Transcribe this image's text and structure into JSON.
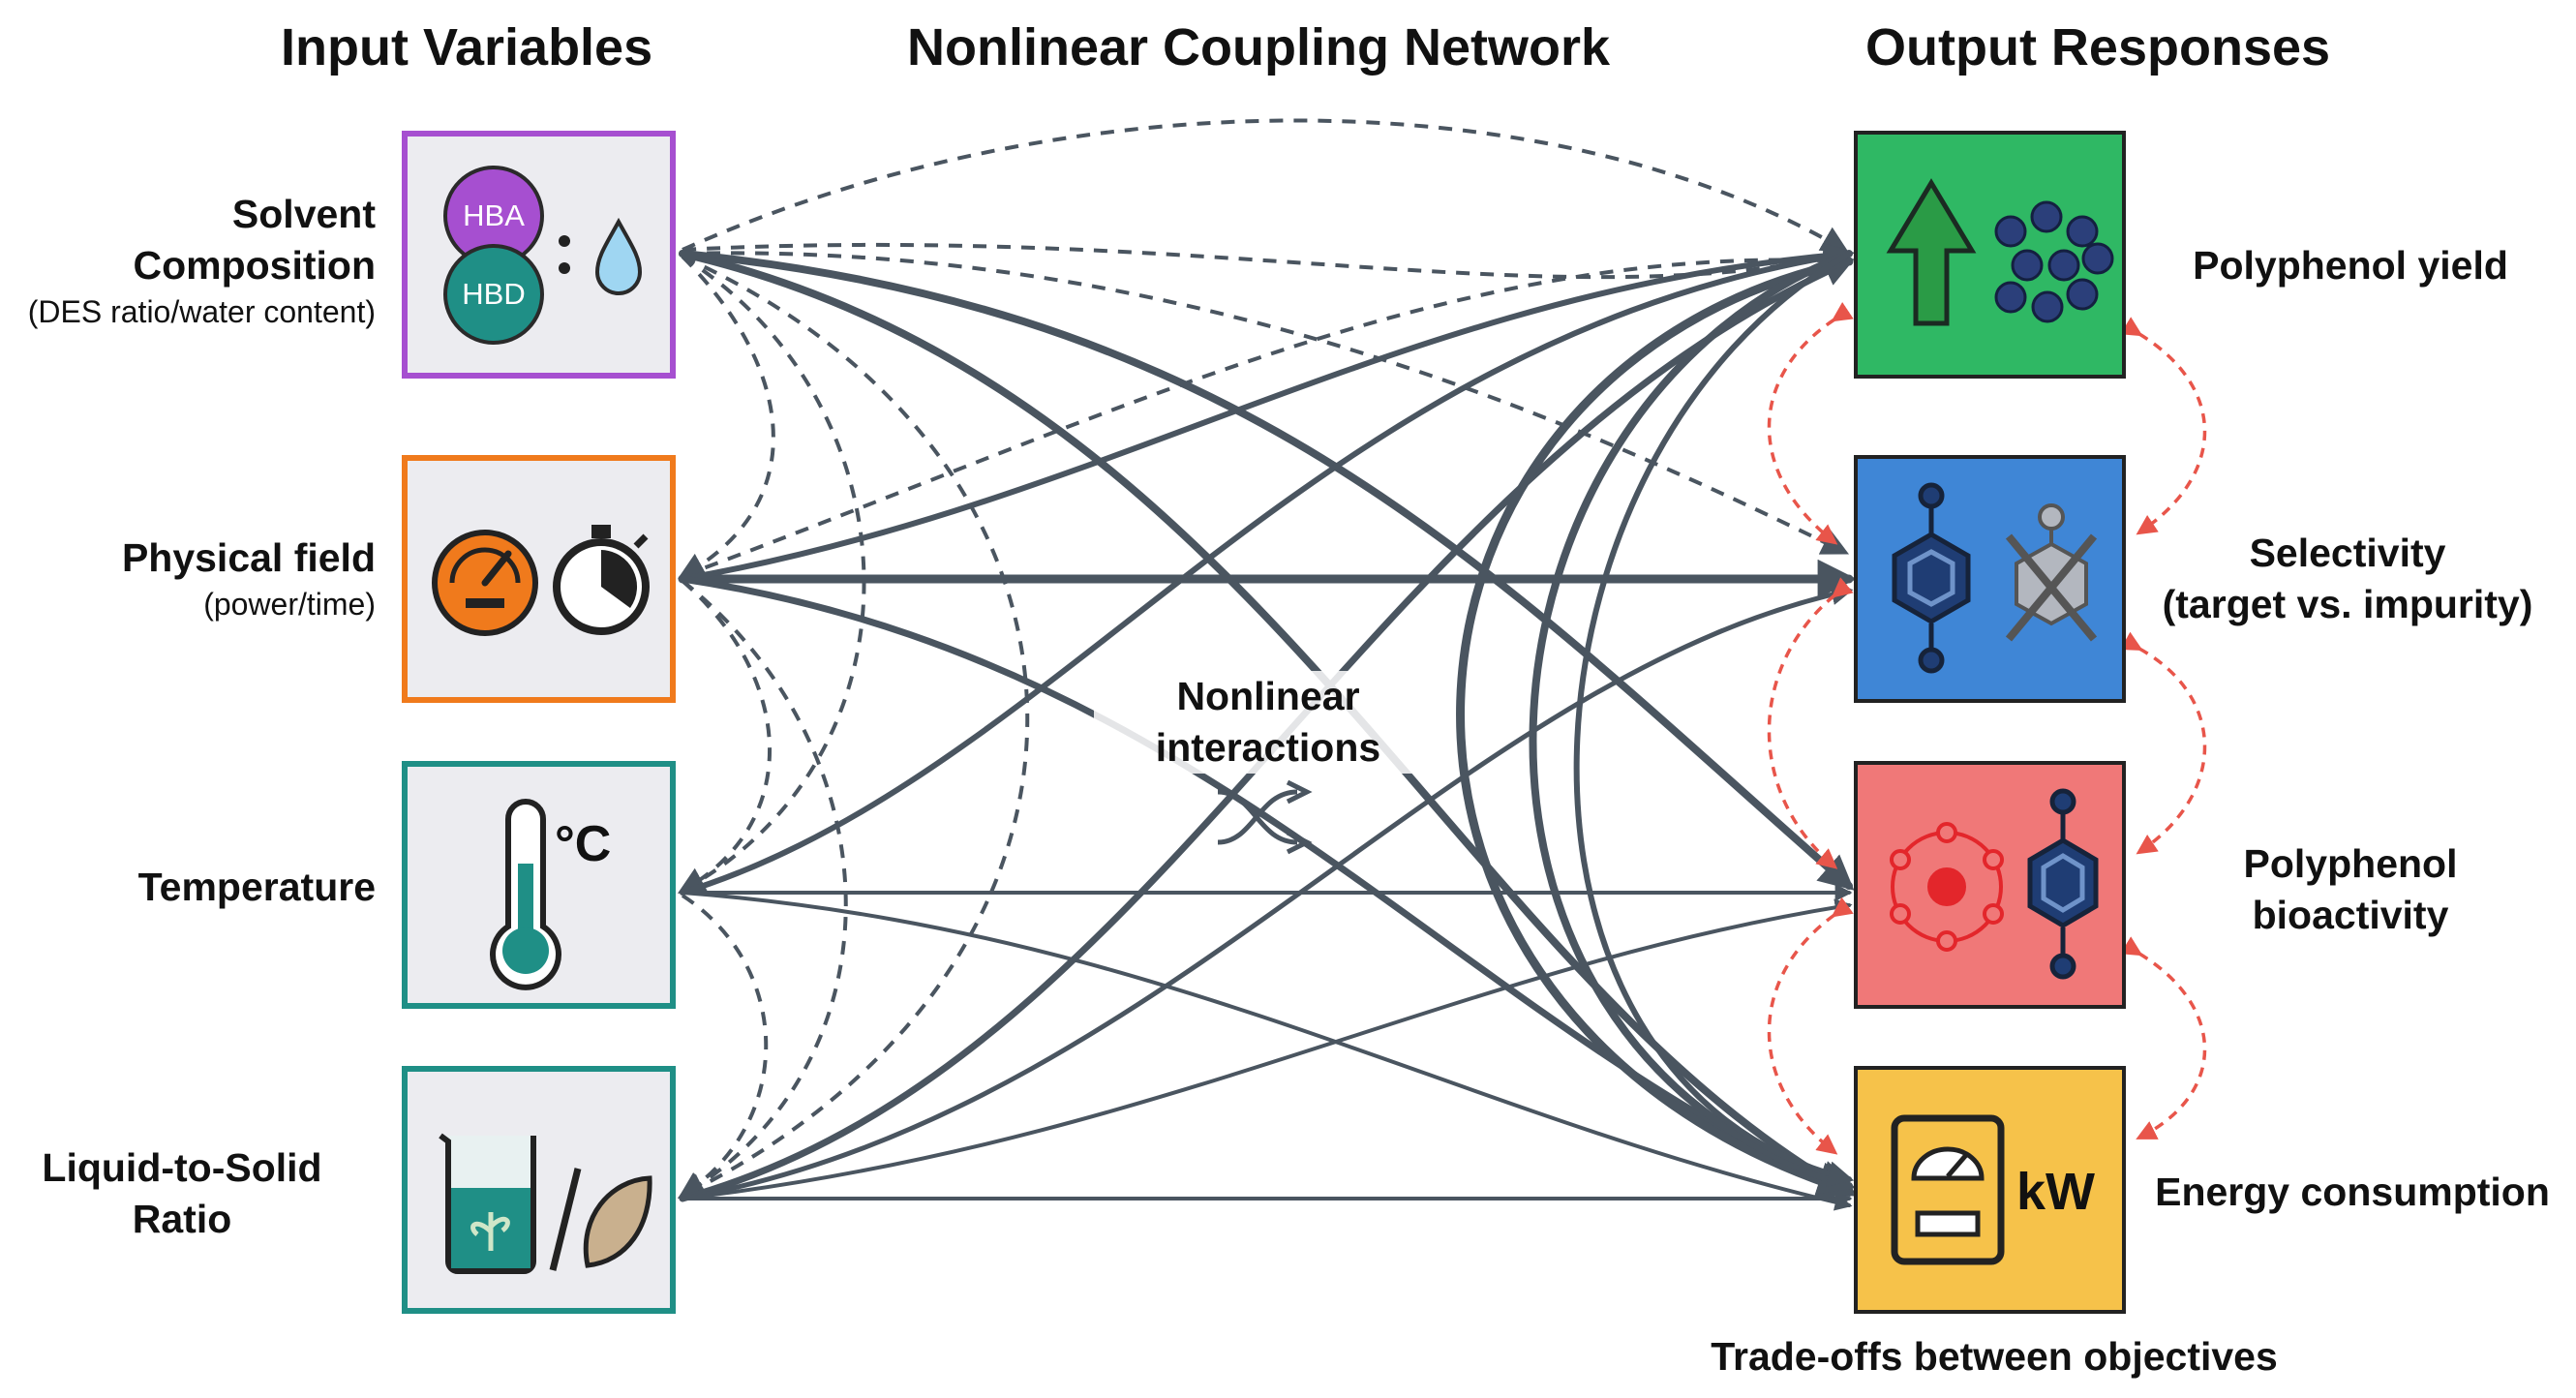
{
  "headers": {
    "inputs": "Input Variables",
    "network": "Nonlinear Coupling Network",
    "outputs": "Output Responses"
  },
  "inputs": [
    {
      "title": "Solvent Composition",
      "line1": "Solvent",
      "line2": "Composition",
      "sub": "(DES ratio/water content)",
      "color": "#a64fd0",
      "icons": [
        "hba-hbd-circles-icon",
        "water-drop-icon"
      ],
      "hba": "HBA",
      "hbd": "HBD",
      "colon": ":"
    },
    {
      "title": "Physical field",
      "sub": "(power/time)",
      "color": "#f07a1c",
      "icons": [
        "power-gauge-icon",
        "stopwatch-icon"
      ]
    },
    {
      "title": "Temperature",
      "color": "#1f8f86",
      "icons": [
        "thermometer-icon"
      ],
      "unit": "°C"
    },
    {
      "title": "Liquid-to-Solid Ratio",
      "line1": "Liquid-to-Solid",
      "line2": "Ratio",
      "color": "#1f8f86",
      "icons": [
        "beaker-plant-icon",
        "leaf-icon"
      ],
      "slash": "/"
    }
  ],
  "outputs": [
    {
      "title": "Polyphenol yield",
      "color": "#2fb864",
      "icons": [
        "up-arrow-icon",
        "particles-icon"
      ]
    },
    {
      "title": "Selectivity",
      "line2": "(target vs. impurity)",
      "color": "#3f86d6",
      "icons": [
        "target-molecule-icon",
        "crossed-impurity-icon"
      ]
    },
    {
      "title": "Polyphenol",
      "line2": "bioactivity",
      "color": "#f07878",
      "icons": [
        "radical-scavenging-icon",
        "molecule-icon"
      ]
    },
    {
      "title": "Energy consumption",
      "color": "#f6c24a",
      "icons": [
        "power-meter-icon"
      ],
      "unit": "kW"
    }
  ],
  "center": {
    "line1": "Nonlinear",
    "line2": "interactions",
    "icon": "shuffle-icon"
  },
  "footer": "Trade-offs between objectives",
  "colors": {
    "link": "#4a5560",
    "dashed_link": "#4a5560",
    "tradeoff": "#e8554a"
  }
}
